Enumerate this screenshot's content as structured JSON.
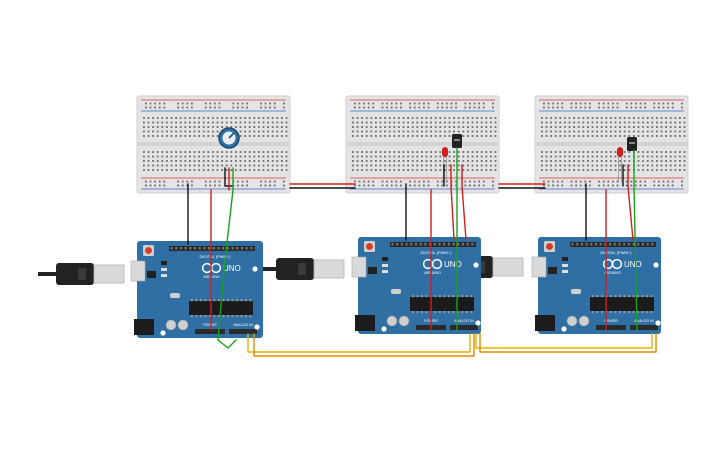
{
  "canvas": {
    "background": "#ffffff"
  },
  "colors": {
    "breadboard": "#e4e4e4",
    "breadboard_edge": "#cfcfcf",
    "rail_red": "#d33a3a",
    "rail_blue": "#3a63c8",
    "arduino_board": "#2f6fa3",
    "arduino_dark": "#1f4f78",
    "header": "#2a2a2a",
    "usb_silver": "#d9d9d9",
    "usb_cable": "#222222",
    "wire_black": "#111111",
    "wire_red": "#d11f1f",
    "wire_green": "#17a317",
    "wire_yellow": "#e3b400",
    "wire_orange": "#e28a00",
    "knob_blue": "#2f6fa3",
    "led_red": "#d11f1f",
    "sensor_black": "#222222"
  },
  "boards": [
    {
      "logo": "UNO",
      "brand": "ARDUINO",
      "digital_label": "DIGITAL (PWM~)",
      "power_label": "POWER",
      "analog_label": "ANALOG IN"
    },
    {
      "logo": "UNO",
      "brand": "ARDUINO",
      "digital_label": "DIGITAL (PWM~)",
      "power_label": "POWER",
      "analog_label": "ANALOG IN"
    },
    {
      "logo": "UNO",
      "brand": "ARDUINO",
      "digital_label": "DIGITAL (PWM~)",
      "power_label": "POWER",
      "analog_label": "ANALOG IN"
    }
  ],
  "components": [
    {
      "kind": "potentiometer",
      "icon": "potentiometer-icon"
    },
    {
      "kind": "led-and-sensor",
      "icon": "led-icon",
      "sensor_icon": "temperature-sensor-icon"
    },
    {
      "kind": "led-and-sensor",
      "icon": "led-icon",
      "sensor_icon": "temperature-sensor-icon"
    }
  ]
}
